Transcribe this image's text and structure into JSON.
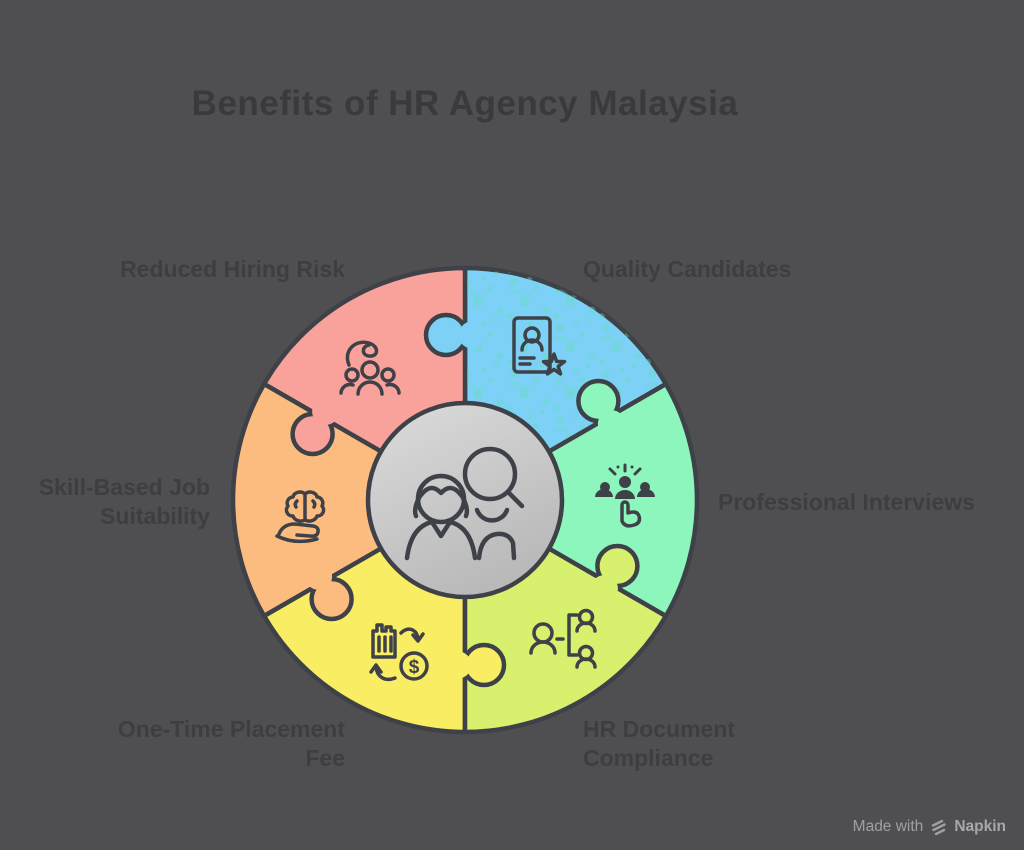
{
  "title": "Benefits of HR Agency Malaysia",
  "background_color": "#4F4F51",
  "outline_color": "#3E4248",
  "text_color": "#3E3E41",
  "segments": [
    {
      "id": "reduced-hiring-risk",
      "label": "Reduced Hiring Risk",
      "color": "#F9A19B",
      "icon": "team-risk-icon",
      "textured": false
    },
    {
      "id": "quality-candidates",
      "label": "Quality Candidates",
      "color": "#7DD1F6",
      "icon": "resume-star-icon",
      "textured": true
    },
    {
      "id": "professional-interviews",
      "label": "Professional Interviews",
      "color": "#8CF6BD",
      "icon": "candidate-selection-icon",
      "textured": false
    },
    {
      "id": "hr-document-compliance",
      "label": "HR Document Compliance",
      "color": "#D7F06E",
      "icon": "org-chart-icon",
      "textured": false
    },
    {
      "id": "one-time-placement-fee",
      "label": "One-Time Placement Fee",
      "color": "#F9ED63",
      "icon": "fee-exchange-icon",
      "textured": false
    },
    {
      "id": "skill-based-job-suitability",
      "label": "Skill-Based Job Suitability",
      "color": "#FCBC80",
      "icon": "brain-hand-icon",
      "textured": false
    }
  ],
  "center": {
    "icon": "recruiter-search-icon",
    "fill_light": "#DCDCDC",
    "fill_dark": "#B9B9B9"
  },
  "texture_color": "#64E0B8",
  "watermark": {
    "prefix": "Made with",
    "brand": "Napkin"
  }
}
